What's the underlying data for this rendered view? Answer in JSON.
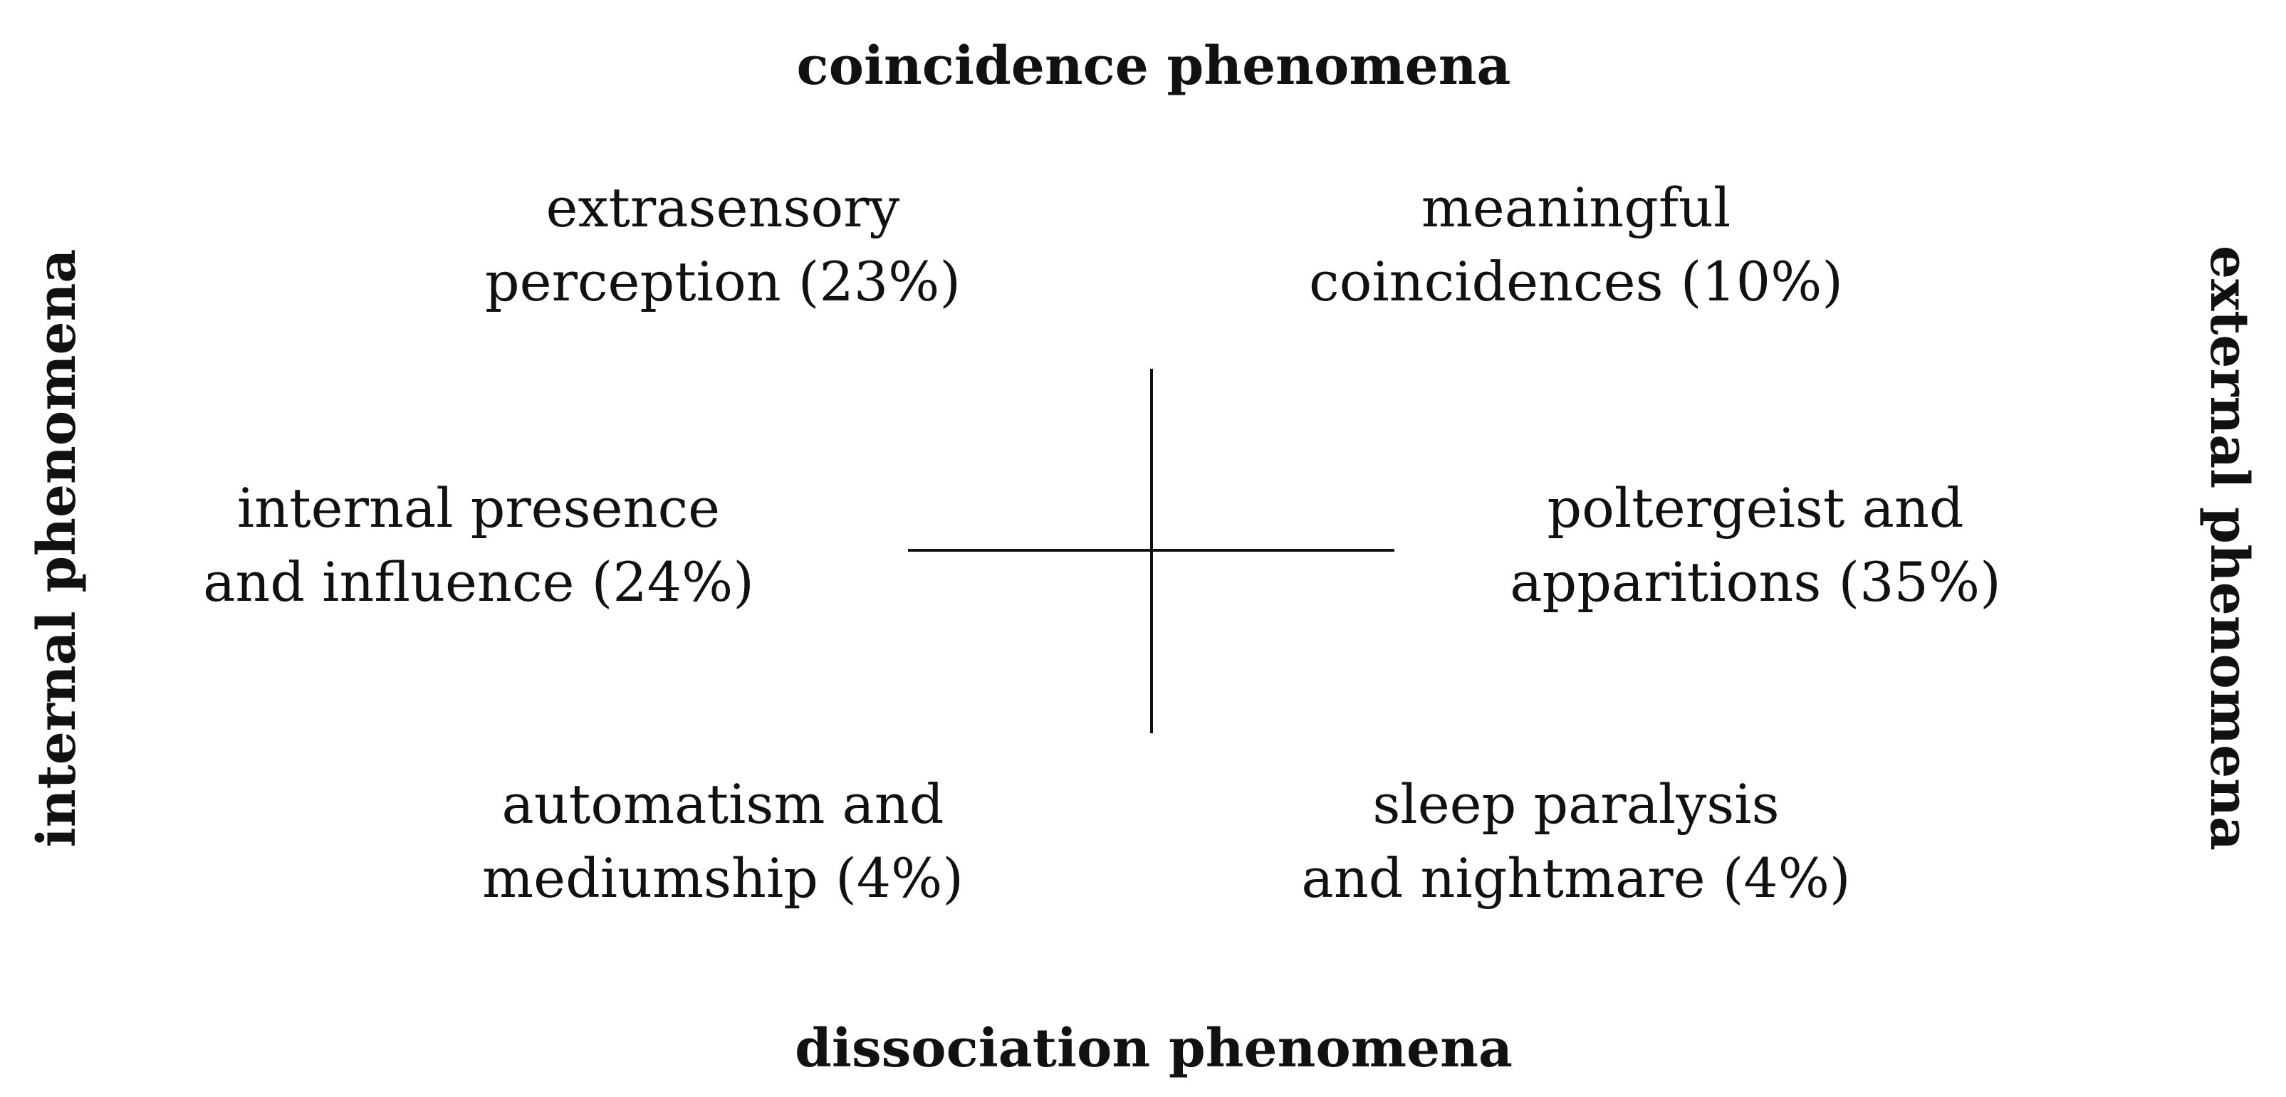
{
  "axes": {
    "top": "coincidence phenomena",
    "bottom": "dissociation phenomena",
    "left": "internal phenomena",
    "right": "external phenomena"
  },
  "categories": {
    "top_left": {
      "line1": "extrasensory",
      "line2": "perception (23%)"
    },
    "top_right": {
      "line1": "meaningful",
      "line2": "coincidences (10%)"
    },
    "middle_left": {
      "line1": "internal presence",
      "line2": "and influence (24%)"
    },
    "middle_right": {
      "line1": "poltergeist and",
      "line2": "apparitions (35%)"
    },
    "bottom_left": {
      "line1": "automatism and",
      "line2": "mediumship (4%)"
    },
    "bottom_right": {
      "line1": "sleep paralysis",
      "line2": "and nightmare (4%)"
    }
  }
}
